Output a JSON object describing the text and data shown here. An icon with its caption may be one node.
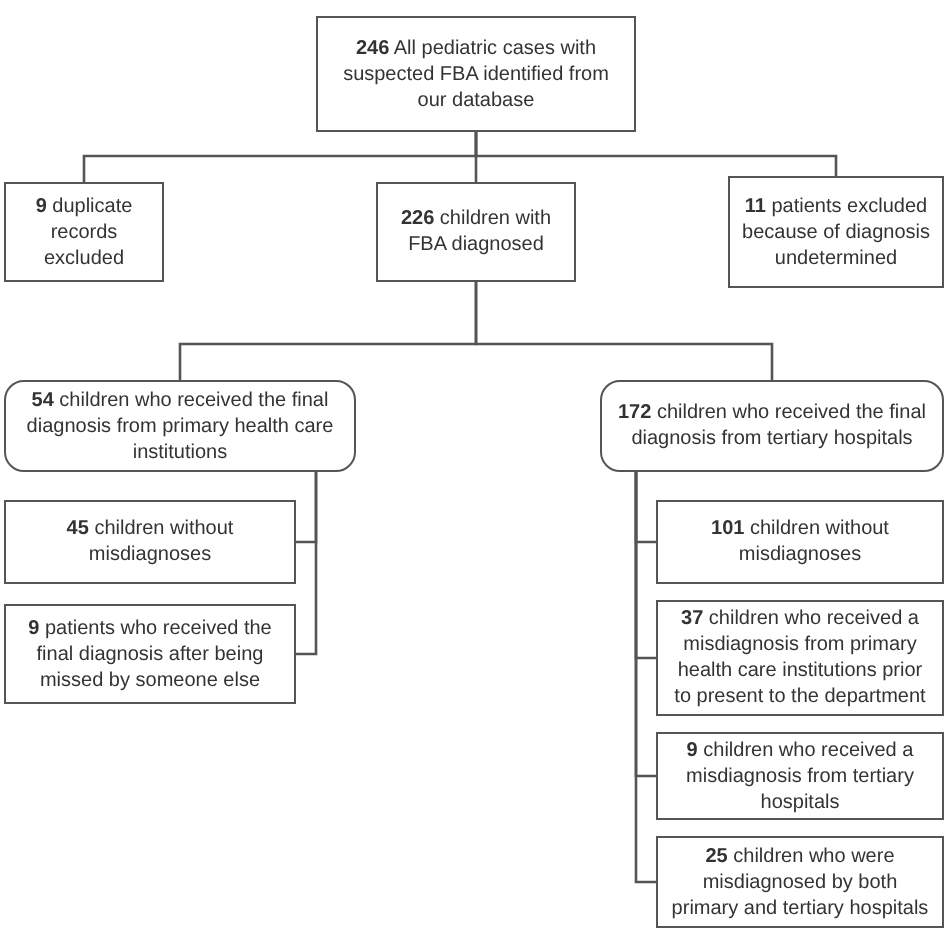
{
  "diagram": {
    "nodes": [
      {
        "text": [
          "**246** All pediatric cases with suspected FBA identified from our database"
        ]
      },
      {
        "text": [
          "**9** duplicate records excluded"
        ]
      },
      {
        "text": [
          "**226** children with FBA diagnosed"
        ]
      },
      {
        "text": [
          "**11** patients excluded because of diagnosis undetermined"
        ]
      },
      {
        "text": [
          "**54** children who received the final diagnosis from primary health care institutions"
        ]
      },
      {
        "text": [
          "**172** children who received the final diagnosis from tertiary hospitals"
        ]
      },
      {
        "text": [
          "**45** children without misdiagnoses"
        ]
      },
      {
        "text": [
          "**9** patients who received the final diagnosis after being missed by someone else"
        ]
      },
      {
        "text": [
          "**101** children without misdiagnoses"
        ]
      },
      {
        "text": [
          "**37** children who received a misdiagnosis from primary health care institutions prior to present to the department"
        ]
      },
      {
        "text": [
          "**9** children who received a misdiagnosis from tertiary hospitals"
        ]
      },
      {
        "text": [
          "**25** children who were misdiagnosed by both primary and tertiary hospitals"
        ]
      }
    ],
    "edges": [
      {
        "from": 0,
        "to": 1,
        "arrow": "none"
      },
      {
        "from": 0,
        "to": 2,
        "arrow": "none"
      },
      {
        "from": 0,
        "to": 3,
        "arrow": "none"
      },
      {
        "from": 2,
        "to": 4,
        "arrow": "none"
      },
      {
        "from": 2,
        "to": 5,
        "arrow": "none"
      },
      {
        "from": 4,
        "to": 6,
        "arrow": "none"
      },
      {
        "from": 4,
        "to": 7,
        "arrow": "none"
      },
      {
        "from": 5,
        "to": 8,
        "arrow": "none"
      },
      {
        "from": 5,
        "to": 9,
        "arrow": "none"
      },
      {
        "from": 5,
        "to": 10,
        "arrow": "none"
      },
      {
        "from": 5,
        "to": 11,
        "arrow": "none"
      }
    ]
  }
}
